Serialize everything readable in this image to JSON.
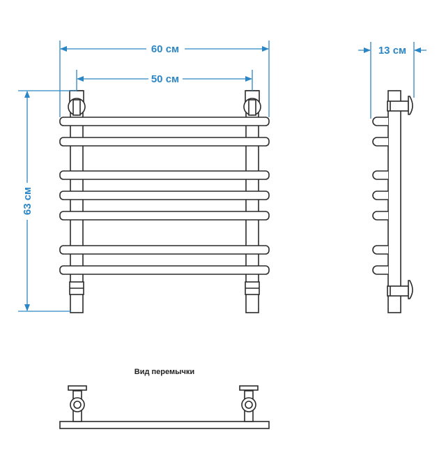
{
  "colors": {
    "dimension": "#2d86c4",
    "outline": "#2a2a2a",
    "background": "#ffffff"
  },
  "dimensions": {
    "overall_width": "60 см",
    "center_distance": "50 см",
    "height": "63 см",
    "depth": "13 см"
  },
  "bridge_view": {
    "caption": "Вид перемычки"
  },
  "front_view": {
    "rung_count": 7
  },
  "side_view": {
    "rung_count": 7
  }
}
